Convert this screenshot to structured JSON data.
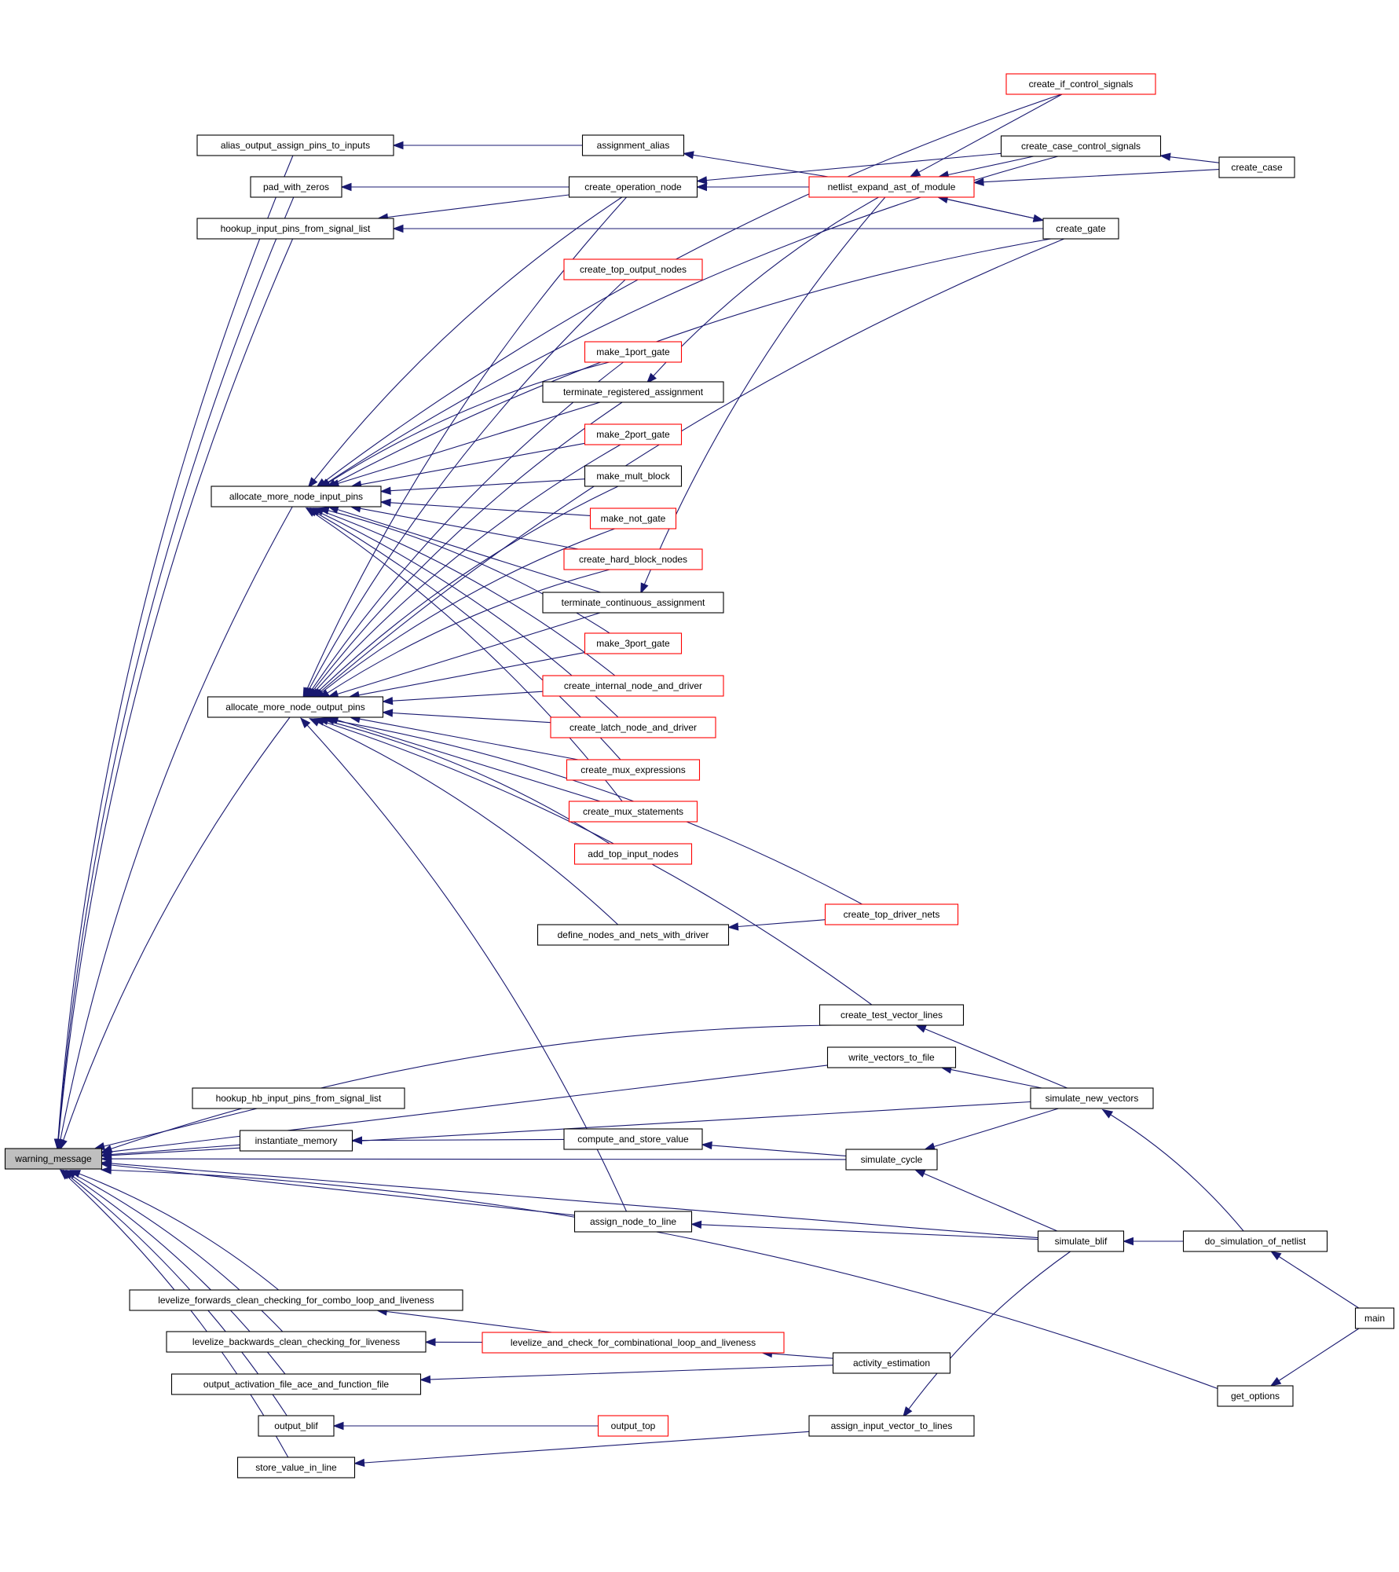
{
  "colors": {
    "edge": "#191970",
    "border_black": "#000000",
    "border_red": "#ff0000",
    "root_fill": "#bfbfbf"
  },
  "nodes": [
    {
      "id": "warning_message",
      "label": "warning_message",
      "border": "root"
    },
    {
      "id": "alias_output",
      "label": "alias_output_assign_pins_to_inputs",
      "border": "black"
    },
    {
      "id": "pad_with_zeros",
      "label": "pad_with_zeros",
      "border": "black"
    },
    {
      "id": "hookup_input",
      "label": "hookup_input_pins_from_signal_list",
      "border": "black"
    },
    {
      "id": "amn_input",
      "label": "allocate_more_node_input_pins",
      "border": "black"
    },
    {
      "id": "amn_output",
      "label": "allocate_more_node_output_pins",
      "border": "black"
    },
    {
      "id": "hookup_hb",
      "label": "hookup_hb_input_pins_from_signal_list",
      "border": "black"
    },
    {
      "id": "instantiate_memory",
      "label": "instantiate_memory",
      "border": "black"
    },
    {
      "id": "lev_fwd",
      "label": "levelize_forwards_clean_checking_for_combo_loop_and_liveness",
      "border": "black"
    },
    {
      "id": "lev_bwd",
      "label": "levelize_backwards_clean_checking_for_liveness",
      "border": "black"
    },
    {
      "id": "out_act",
      "label": "output_activation_file_ace_and_function_file",
      "border": "black"
    },
    {
      "id": "output_blif",
      "label": "output_blif",
      "border": "black"
    },
    {
      "id": "store_value",
      "label": "store_value_in_line",
      "border": "black"
    },
    {
      "id": "assignment_alias",
      "label": "assignment_alias",
      "border": "black"
    },
    {
      "id": "create_op_node",
      "label": "create_operation_node",
      "border": "black"
    },
    {
      "id": "create_top_output",
      "label": "create_top_output_nodes",
      "border": "red"
    },
    {
      "id": "make_1port",
      "label": "make_1port_gate",
      "border": "red"
    },
    {
      "id": "term_reg",
      "label": "terminate_registered_assignment",
      "border": "black"
    },
    {
      "id": "make_2port",
      "label": "make_2port_gate",
      "border": "red"
    },
    {
      "id": "make_mult",
      "label": "make_mult_block",
      "border": "black"
    },
    {
      "id": "make_not",
      "label": "make_not_gate",
      "border": "red"
    },
    {
      "id": "create_hb_nodes",
      "label": "create_hard_block_nodes",
      "border": "red"
    },
    {
      "id": "term_cont",
      "label": "terminate_continuous_assignment",
      "border": "black"
    },
    {
      "id": "make_3port",
      "label": "make_3port_gate",
      "border": "red"
    },
    {
      "id": "create_internal",
      "label": "create_internal_node_and_driver",
      "border": "red"
    },
    {
      "id": "create_latch",
      "label": "create_latch_node_and_driver",
      "border": "red"
    },
    {
      "id": "create_mux_expr",
      "label": "create_mux_expressions",
      "border": "red"
    },
    {
      "id": "create_mux_stmt",
      "label": "create_mux_statements",
      "border": "red"
    },
    {
      "id": "add_top_input",
      "label": "add_top_input_nodes",
      "border": "red"
    },
    {
      "id": "define_nodes",
      "label": "define_nodes_and_nets_with_driver",
      "border": "black"
    },
    {
      "id": "compute_store",
      "label": "compute_and_store_value",
      "border": "black"
    },
    {
      "id": "assign_node",
      "label": "assign_node_to_line",
      "border": "black"
    },
    {
      "id": "lev_check",
      "label": "levelize_and_check_for_combinational_loop_and_liveness",
      "border": "red"
    },
    {
      "id": "output_top",
      "label": "output_top",
      "border": "red"
    },
    {
      "id": "create_if",
      "label": "create_if_control_signals",
      "border": "red"
    },
    {
      "id": "create_case_ctrl",
      "label": "create_case_control_signals",
      "border": "black"
    },
    {
      "id": "netlist_expand",
      "label": "netlist_expand_ast_of_module",
      "border": "red"
    },
    {
      "id": "create_gate",
      "label": "create_gate",
      "border": "black"
    },
    {
      "id": "create_top_driver",
      "label": "create_top_driver_nets",
      "border": "red"
    },
    {
      "id": "create_test_vec",
      "label": "create_test_vector_lines",
      "border": "black"
    },
    {
      "id": "write_vectors",
      "label": "write_vectors_to_file",
      "border": "black"
    },
    {
      "id": "simulate_cycle",
      "label": "simulate_cycle",
      "border": "black"
    },
    {
      "id": "activity_est",
      "label": "activity_estimation",
      "border": "black"
    },
    {
      "id": "assign_input_vec",
      "label": "assign_input_vector_to_lines",
      "border": "black"
    },
    {
      "id": "create_case",
      "label": "create_case",
      "border": "black"
    },
    {
      "id": "simulate_new_vec",
      "label": "simulate_new_vectors",
      "border": "black"
    },
    {
      "id": "simulate_blif",
      "label": "simulate_blif",
      "border": "black"
    },
    {
      "id": "do_sim",
      "label": "do_simulation_of_netlist",
      "border": "black"
    },
    {
      "id": "get_options",
      "label": "get_options",
      "border": "black"
    },
    {
      "id": "main",
      "label": "main",
      "border": "black"
    }
  ],
  "edges": [
    [
      "alias_output",
      "warning_message"
    ],
    [
      "pad_with_zeros",
      "warning_message"
    ],
    [
      "hookup_input",
      "warning_message"
    ],
    [
      "amn_input",
      "warning_message"
    ],
    [
      "amn_output",
      "warning_message"
    ],
    [
      "create_test_vec",
      "warning_message"
    ],
    [
      "simulate_new_vec",
      "warning_message"
    ],
    [
      "hookup_hb",
      "warning_message"
    ],
    [
      "instantiate_memory",
      "warning_message"
    ],
    [
      "simulate_cycle",
      "warning_message"
    ],
    [
      "assign_node",
      "warning_message"
    ],
    [
      "simulate_blif",
      "warning_message"
    ],
    [
      "lev_fwd",
      "warning_message"
    ],
    [
      "lev_bwd",
      "warning_message"
    ],
    [
      "out_act",
      "warning_message"
    ],
    [
      "output_blif",
      "warning_message"
    ],
    [
      "store_value",
      "warning_message"
    ],
    [
      "get_options",
      "warning_message"
    ],
    [
      "assignment_alias",
      "alias_output"
    ],
    [
      "create_op_node",
      "pad_with_zeros"
    ],
    [
      "create_op_node",
      "hookup_input"
    ],
    [
      "create_gate",
      "hookup_input"
    ],
    [
      "create_if",
      "amn_input"
    ],
    [
      "create_case_ctrl",
      "amn_input"
    ],
    [
      "create_op_node",
      "amn_input"
    ],
    [
      "create_gate",
      "amn_input"
    ],
    [
      "make_1port",
      "amn_input"
    ],
    [
      "term_reg",
      "amn_input"
    ],
    [
      "make_2port",
      "amn_input"
    ],
    [
      "make_mult",
      "amn_input"
    ],
    [
      "make_not",
      "amn_input"
    ],
    [
      "create_hb_nodes",
      "amn_input"
    ],
    [
      "term_cont",
      "amn_input"
    ],
    [
      "make_3port",
      "amn_input"
    ],
    [
      "create_internal",
      "amn_input"
    ],
    [
      "create_latch",
      "amn_input"
    ],
    [
      "create_mux_expr",
      "amn_input"
    ],
    [
      "create_mux_stmt",
      "amn_input"
    ],
    [
      "create_op_node",
      "amn_output"
    ],
    [
      "create_top_output",
      "amn_output"
    ],
    [
      "make_1port",
      "amn_output"
    ],
    [
      "term_reg",
      "amn_output"
    ],
    [
      "make_2port",
      "amn_output"
    ],
    [
      "make_mult",
      "amn_output"
    ],
    [
      "make_not",
      "amn_output"
    ],
    [
      "create_hb_nodes",
      "amn_output"
    ],
    [
      "term_cont",
      "amn_output"
    ],
    [
      "make_3port",
      "amn_output"
    ],
    [
      "create_internal",
      "amn_output"
    ],
    [
      "create_latch",
      "amn_output"
    ],
    [
      "create_mux_expr",
      "amn_output"
    ],
    [
      "create_mux_stmt",
      "amn_output"
    ],
    [
      "add_top_input",
      "amn_output"
    ],
    [
      "create_top_driver",
      "amn_output"
    ],
    [
      "define_nodes",
      "amn_output"
    ],
    [
      "create_gate",
      "amn_output"
    ],
    [
      "create_test_vec",
      "amn_output"
    ],
    [
      "assign_node",
      "amn_output"
    ],
    [
      "compute_store",
      "instantiate_memory"
    ],
    [
      "lev_check",
      "lev_fwd"
    ],
    [
      "lev_check",
      "lev_bwd"
    ],
    [
      "activity_est",
      "out_act"
    ],
    [
      "output_top",
      "output_blif"
    ],
    [
      "assign_input_vec",
      "store_value"
    ],
    [
      "netlist_expand",
      "assignment_alias"
    ],
    [
      "create_case_ctrl",
      "create_op_node"
    ],
    [
      "netlist_expand",
      "create_op_node"
    ],
    [
      "netlist_expand",
      "term_reg"
    ],
    [
      "netlist_expand",
      "term_cont"
    ],
    [
      "create_top_driver",
      "define_nodes"
    ],
    [
      "simulate_cycle",
      "compute_store"
    ],
    [
      "simulate_blif",
      "assign_node"
    ],
    [
      "activity_est",
      "lev_check"
    ],
    [
      "create_if",
      "netlist_expand"
    ],
    [
      "create_case_ctrl",
      "netlist_expand"
    ],
    [
      "create_case",
      "netlist_expand"
    ],
    [
      "create_gate",
      "netlist_expand"
    ],
    [
      "netlist_expand",
      "create_gate"
    ],
    [
      "create_case",
      "create_case_ctrl"
    ],
    [
      "simulate_new_vec",
      "create_test_vec"
    ],
    [
      "simulate_new_vec",
      "write_vectors"
    ],
    [
      "write_vectors",
      "warning_message"
    ],
    [
      "simulate_new_vec",
      "simulate_cycle"
    ],
    [
      "simulate_blif",
      "simulate_cycle"
    ],
    [
      "simulate_blif",
      "assign_input_vec"
    ],
    [
      "do_sim",
      "simulate_new_vec"
    ],
    [
      "do_sim",
      "simulate_blif"
    ],
    [
      "main",
      "do_sim"
    ],
    [
      "main",
      "get_options"
    ]
  ]
}
